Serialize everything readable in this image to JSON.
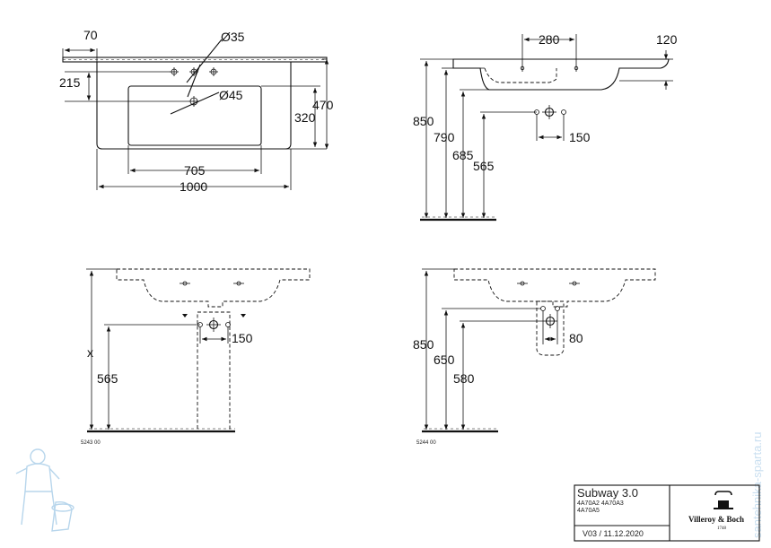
{
  "drawings": {
    "top_view": {
      "dims": [
        "70",
        "215",
        "Ø35",
        "Ø45",
        "320",
        "470",
        "705",
        "1000"
      ]
    },
    "side_view": {
      "dims": [
        "280",
        "120",
        "850",
        "790",
        "685",
        "565",
        "150"
      ]
    },
    "front_view_pedestal": {
      "dims": [
        "x",
        "565",
        "150"
      ],
      "code": "5243 00"
    },
    "front_view_siphon": {
      "dims": [
        "850",
        "650",
        "580",
        "80"
      ],
      "code": "5244 00"
    }
  },
  "title_block": {
    "product": "Subway 3.0",
    "models_line1": "4A70A2  4A70A3",
    "models_line2": "4A70A5",
    "version": "V03 / 11.12.2020",
    "brand": "Villeroy & Boch",
    "brand_year": "1748"
  },
  "watermark": {
    "text": "santehnika-sparta.ru"
  }
}
